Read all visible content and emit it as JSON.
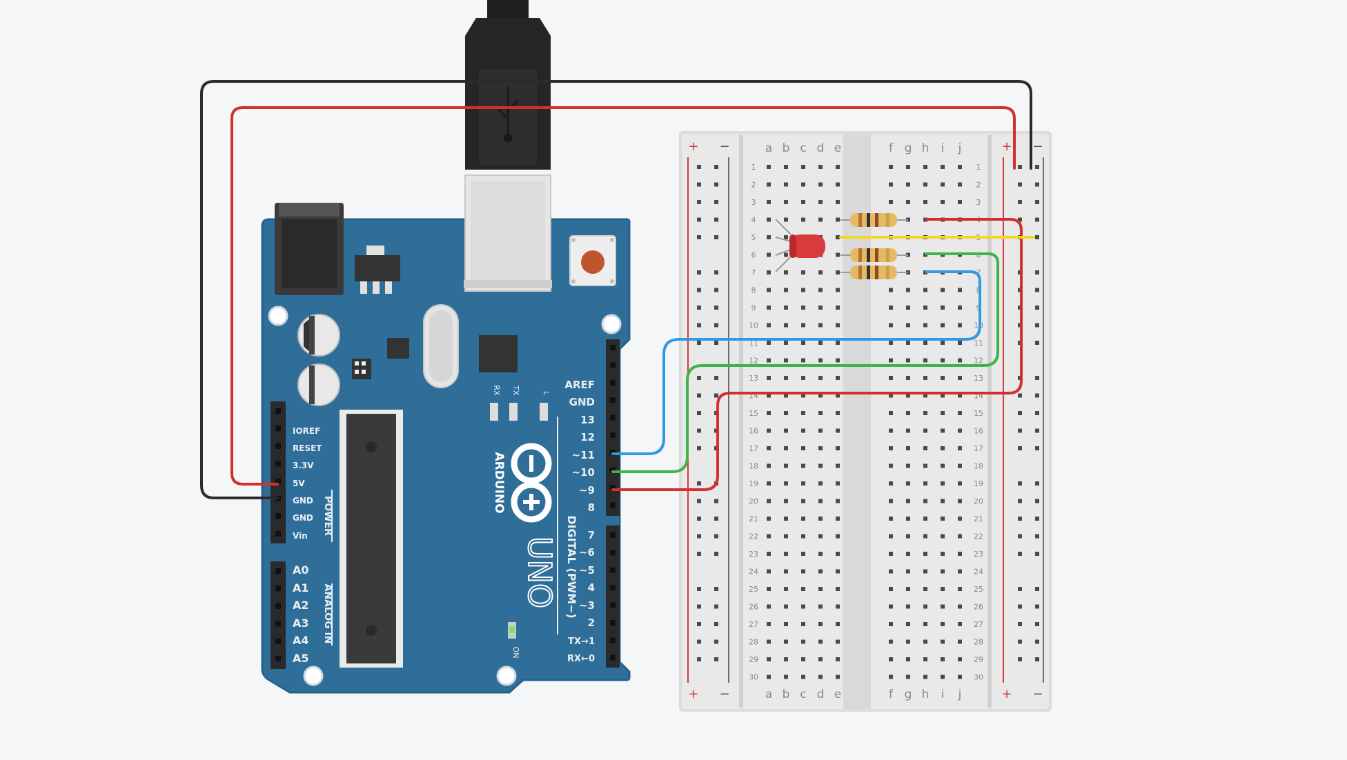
{
  "arduino": {
    "brand": "ARDUINO",
    "model": "UNO",
    "digital_header_label": "DIGITAL (PWM~)",
    "power_header_label": "POWER",
    "analog_header_label": "ANALOG IN",
    "on_label": "ON",
    "tx_label": "TX",
    "rx_label": "RX",
    "l_label": "L",
    "digital_pins_top": [
      "AREF",
      "GND",
      "13",
      "12",
      "~11",
      "~10",
      "~9",
      "8"
    ],
    "digital_pins_bottom": [
      "7",
      "~6",
      "~5",
      "4",
      "~3",
      "2",
      "TX→1",
      "RX←0"
    ],
    "power_pins": [
      "IOREF",
      "RESET",
      "3.3V",
      "5V",
      "GND",
      "GND",
      "Vin"
    ],
    "analog_pins": [
      "A0",
      "A1",
      "A2",
      "A3",
      "A4",
      "A5"
    ],
    "board_color": "#2f6e99"
  },
  "breadboard": {
    "columns_left": [
      "a",
      "b",
      "c",
      "d",
      "e"
    ],
    "columns_right": [
      "f",
      "g",
      "h",
      "i",
      "j"
    ],
    "rows": 30,
    "rail_plus": "+",
    "rail_minus": "−"
  },
  "components": {
    "led": {
      "color": "#d93a3a",
      "type": "RGB LED"
    },
    "resistor_count": 3
  },
  "wires": [
    {
      "name": "ground",
      "color": "#2b2b2b"
    },
    {
      "name": "5v",
      "color": "#d32f2f"
    },
    {
      "name": "pin11",
      "color": "#2e9be0"
    },
    {
      "name": "pin10",
      "color": "#3fb44a"
    },
    {
      "name": "pin9",
      "color": "#d32f2f"
    },
    {
      "name": "common",
      "color": "#f2d920"
    }
  ]
}
